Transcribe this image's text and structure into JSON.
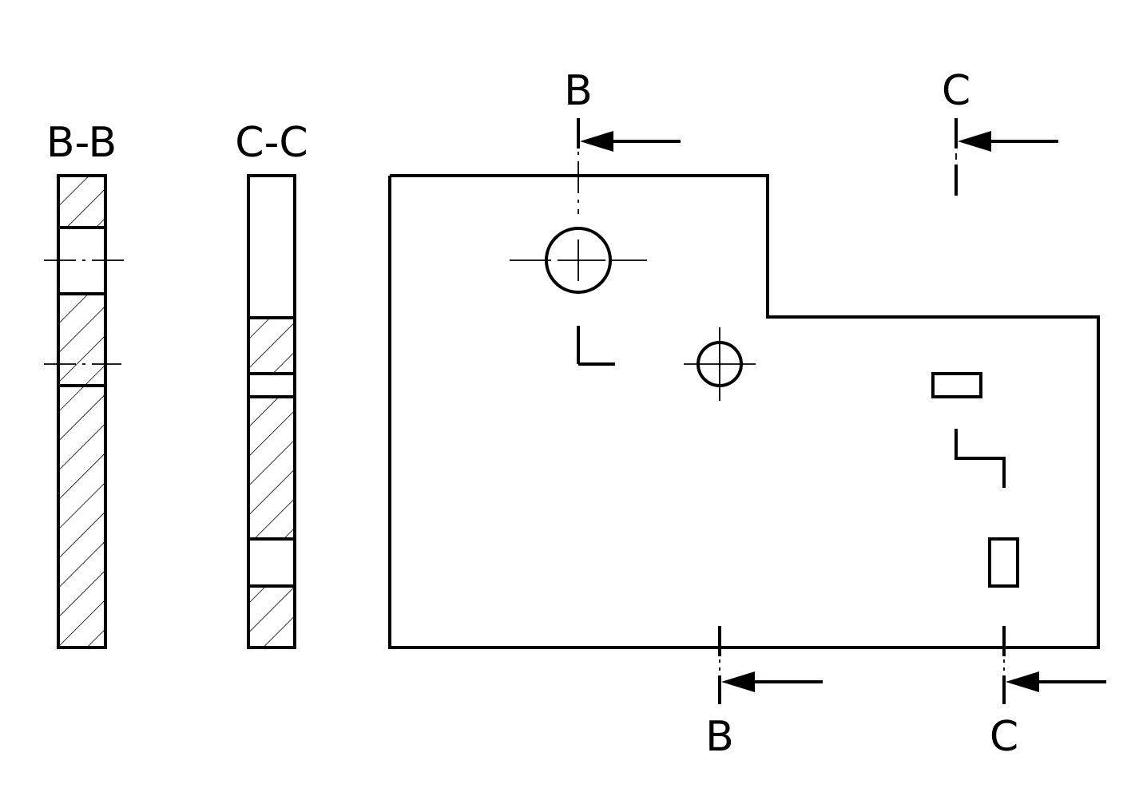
{
  "labels": {
    "section_bb_title": "B-B",
    "section_cc_title": "C-C",
    "cut_b_top": "B",
    "cut_b_bottom": "B",
    "cut_c_top": "C",
    "cut_c_bottom": "C"
  },
  "colors": {
    "line": "#000000",
    "background": "#ffffff"
  }
}
